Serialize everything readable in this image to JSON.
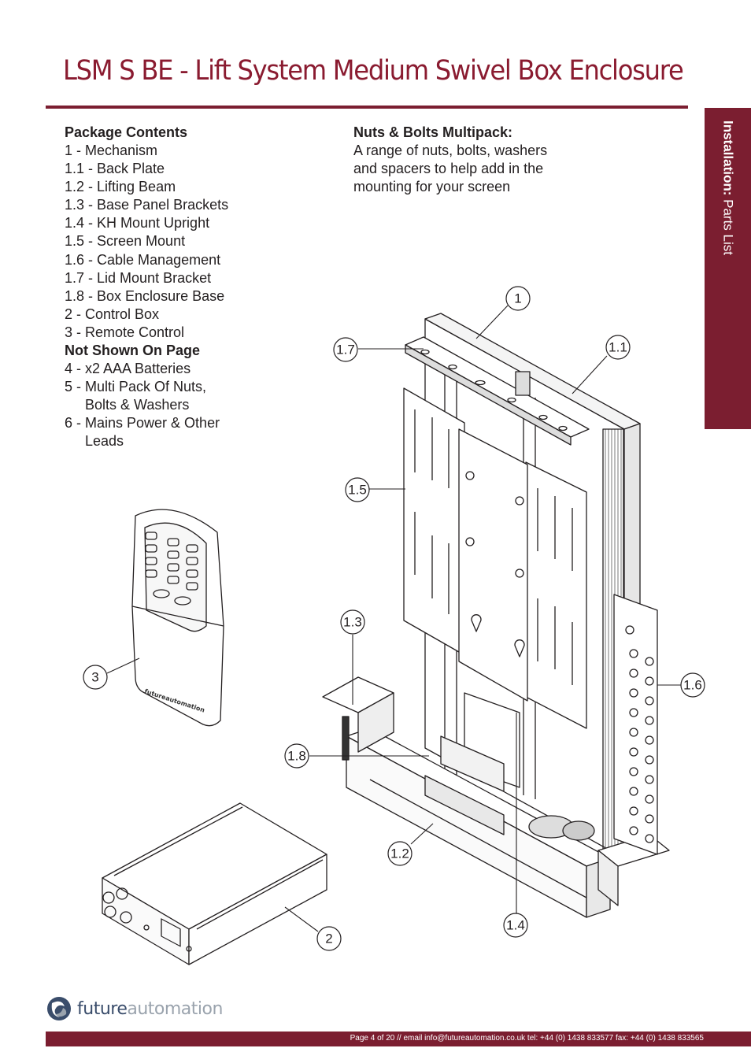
{
  "header": {
    "title": "LSM S BE - Lift System Medium Swivel Box Enclosure"
  },
  "side_tab": {
    "bold": "Installation:",
    "text": " Parts List"
  },
  "package": {
    "heading": "Package Contents",
    "items": [
      "1 - Mechanism",
      "1.1 - Back Plate",
      "1.2 - Lifting Beam",
      "1.3 - Base Panel Brackets",
      "1.4 - KH Mount Upright",
      "1.5 - Screen Mount",
      "1.6 - Cable Management",
      "1.7 - Lid Mount Bracket",
      "1.8 - Box Enclosure Base",
      "2 - Control Box",
      "3 - Remote Control"
    ],
    "not_shown_heading": "Not Shown On Page",
    "not_shown": [
      "4 - x2 AAA Batteries",
      "5 - Multi Pack Of Nuts,",
      "Bolts & Washers",
      "6 - Mains Power & Other",
      "Leads"
    ]
  },
  "multipack": {
    "heading": "Nuts & Bolts Multipack:",
    "lines": [
      "A range of nuts, bolts, washers",
      "and spacers to help add in the",
      "mounting for your screen"
    ]
  },
  "callouts": {
    "c1": "1",
    "c11": "1.1",
    "c12": "1.2",
    "c13": "1.3",
    "c14": "1.4",
    "c15": "1.5",
    "c16": "1.6",
    "c17": "1.7",
    "c18": "1.8",
    "c2": "2",
    "c3": "3"
  },
  "remote_brand": "futureautomation",
  "logo": {
    "part1": "future",
    "part2": "automation"
  },
  "footer": {
    "text": "Page 4 of 20 // email info@futureautomation.co.uk  tel: +44 (0) 1438 833577  fax: +44 (0) 1438 833565"
  },
  "colors": {
    "brand": "#7b1e30",
    "title": "#8a1b30"
  }
}
